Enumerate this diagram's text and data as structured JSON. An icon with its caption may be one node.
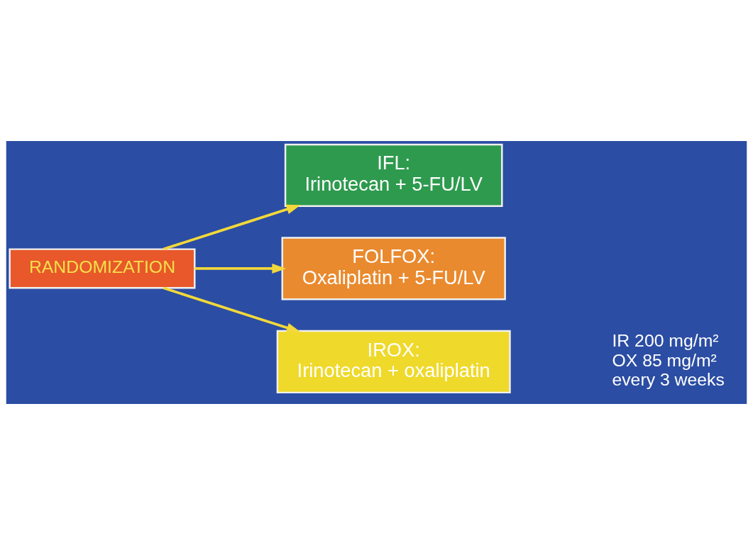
{
  "diagram": {
    "nodes": [
      {
        "text": [
          "RANDOMIZATION"
        ]
      },
      {
        "text": [
          "IFL:",
          "Irinotecan + 5-FU/LV"
        ]
      },
      {
        "text": [
          "FOLFOX:",
          "Oxaliplatin + 5-FU/LV"
        ]
      },
      {
        "text": [
          "IROX:",
          "Irinotecan + oxaliplatin"
        ]
      }
    ],
    "edges": [
      {
        "from": 0,
        "to": 1,
        "arrow": "to"
      },
      {
        "from": 0,
        "to": 2,
        "arrow": "to"
      },
      {
        "from": 0,
        "to": 3,
        "arrow": "to"
      }
    ],
    "labels": [
      "IR 200 mg/m²",
      "OX 85 mg/m²",
      "every 3 weeks"
    ]
  }
}
